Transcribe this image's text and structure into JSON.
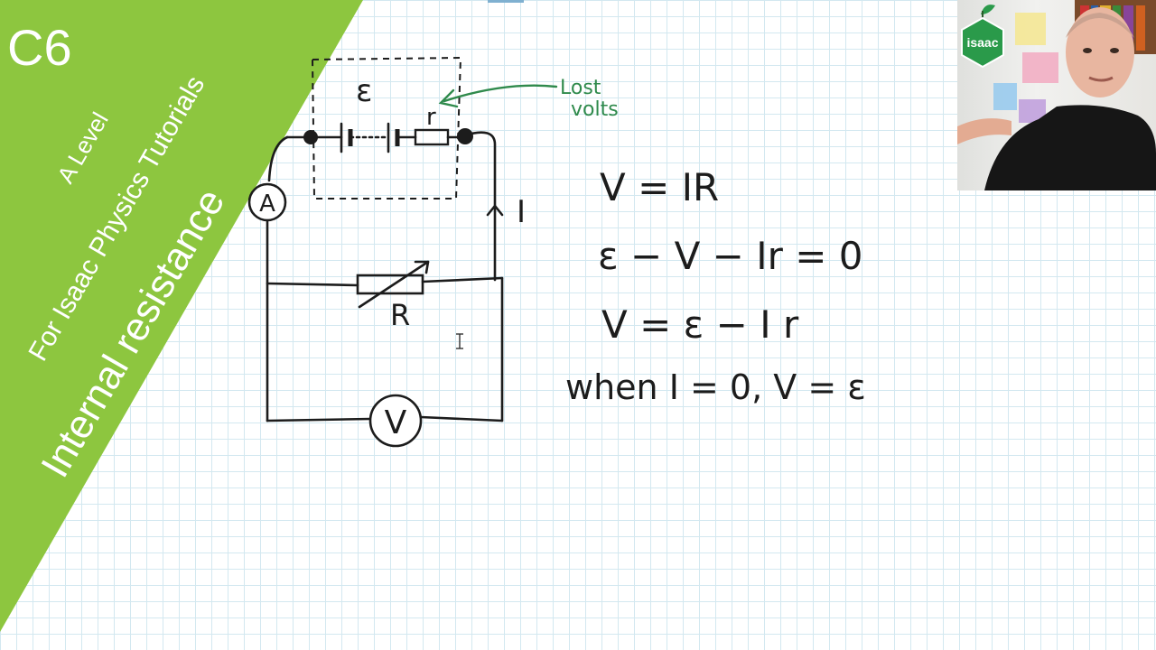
{
  "banner": {
    "code": "C6",
    "level": "A Level",
    "series": "For Isaac Physics Tutorials",
    "topic": "Internal resistance",
    "color": "#8dc63f"
  },
  "logo": {
    "text": "isaac",
    "color": "#2a9a4a"
  },
  "circuit": {
    "emf_symbol": "ε",
    "internal_resistance_symbol": "r",
    "ammeter_symbol": "A",
    "voltmeter_symbol": "V",
    "current_label": "I",
    "resistor_label": "R"
  },
  "annotation": {
    "line1": "Lost",
    "line2": "volts",
    "color": "#2f8a4c"
  },
  "equations": [
    "V = IR",
    "ε − V − Ir = 0",
    "V = ε − I r",
    "when I = 0,  V = ε"
  ]
}
